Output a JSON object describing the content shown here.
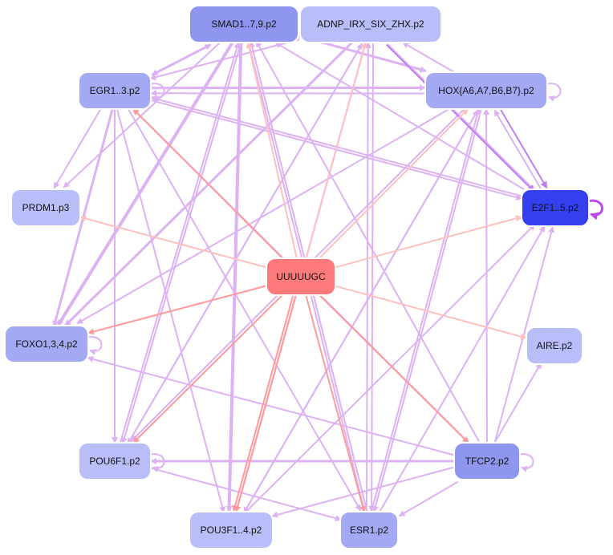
{
  "nodes": [
    {
      "id": "uuuuugc",
      "label": "UUUUUGC",
      "fill": "#ff7a7a"
    },
    {
      "id": "smad",
      "label": "SMAD1..7,9.p2",
      "fill": "#8f96ef"
    },
    {
      "id": "adnp",
      "label": "ADNP_IRX_SIX_ZHX.p2",
      "fill": "#b9bdf8"
    },
    {
      "id": "egr",
      "label": "EGR1..3.p2",
      "fill": "#a4a9f3"
    },
    {
      "id": "hox",
      "label": "HOX{A6,A7,B6,B7}.p2",
      "fill": "#a4a9f3"
    },
    {
      "id": "prdm",
      "label": "PRDM1.p3",
      "fill": "#b9bdf8"
    },
    {
      "id": "e2f",
      "label": "E2F1..5.p2",
      "fill": "#3440ef"
    },
    {
      "id": "foxo",
      "label": "FOXO1,3,4.p2",
      "fill": "#a4a9f3"
    },
    {
      "id": "aire",
      "label": "AIRE.p2",
      "fill": "#b9bdf8"
    },
    {
      "id": "pou6",
      "label": "POU6F1.p2",
      "fill": "#b9bdf8"
    },
    {
      "id": "tfcp",
      "label": "TFCP2.p2",
      "fill": "#8f96ef"
    },
    {
      "id": "pou3",
      "label": "POU3F1..4.p2",
      "fill": "#b9bdf8"
    },
    {
      "id": "esr",
      "label": "ESR1.p2",
      "fill": "#a4a9f3"
    }
  ],
  "colors": {
    "red_edge": "#ff9a9a",
    "red_edge_light": "#ffc0c0",
    "violet_edge": "#dcb2f3",
    "violet_edge_strong": "#c080f0",
    "e2f_self_loop": "#b84af0"
  }
}
